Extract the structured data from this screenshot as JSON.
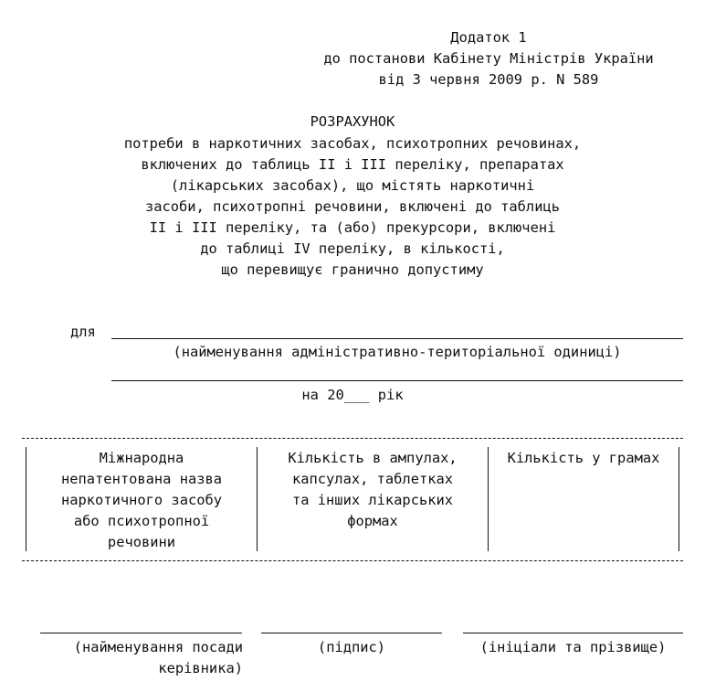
{
  "header": {
    "line1": "Додаток 1",
    "line2": "до постанови Кабінету Міністрів України",
    "line3": "від 3 червня 2009 р. N 589"
  },
  "title": {
    "heading": "РОЗРАХУНОК",
    "lines": [
      "потреби в наркотичних засобах, психотропних речовинах,",
      "включених до таблиць II і III переліку, препаратах",
      "(лікарських засобах), що містять наркотичні",
      "засоби, психотропні речовини, включені до таблиць",
      "II і III переліку, та (або) прекурсори, включені",
      "до таблиці IV переліку, в кількості,",
      "що перевищує гранично допустиму"
    ]
  },
  "for_section": {
    "prefix": "для",
    "caption": "(найменування адміністративно-територіальної одиниці)",
    "year_text": "на 20___ рік"
  },
  "table": {
    "col1": [
      "Міжнародна",
      "непатентована назва",
      "наркотичного засобу",
      "або психотропної",
      "речовини"
    ],
    "col2": [
      "Кількість в ампулах,",
      "капсулах, таблетках",
      "та інших лікарських",
      "формах"
    ],
    "col3": [
      "Кількість у грамах"
    ]
  },
  "signatures": {
    "position_line1": "(найменування посади",
    "position_line2": "керівника)",
    "signature": "(підпис)",
    "name": "(ініціали та прізвище)"
  }
}
